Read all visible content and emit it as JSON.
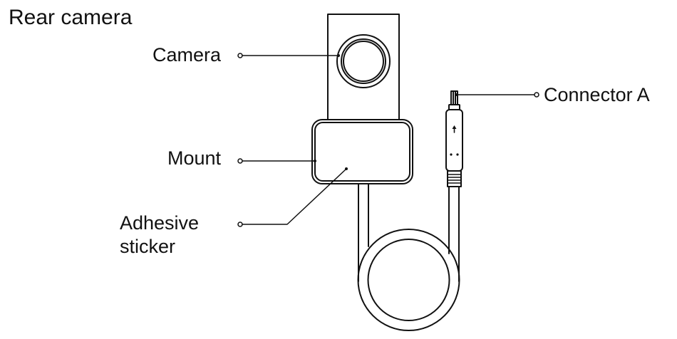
{
  "title": "Rear camera",
  "labels": {
    "camera": "Camera",
    "mount": "Mount",
    "adhesive_line1": "Adhesive",
    "adhesive_line2": "sticker",
    "connector": "Connector A"
  },
  "colors": {
    "stroke": "#111111",
    "background": "#ffffff"
  }
}
